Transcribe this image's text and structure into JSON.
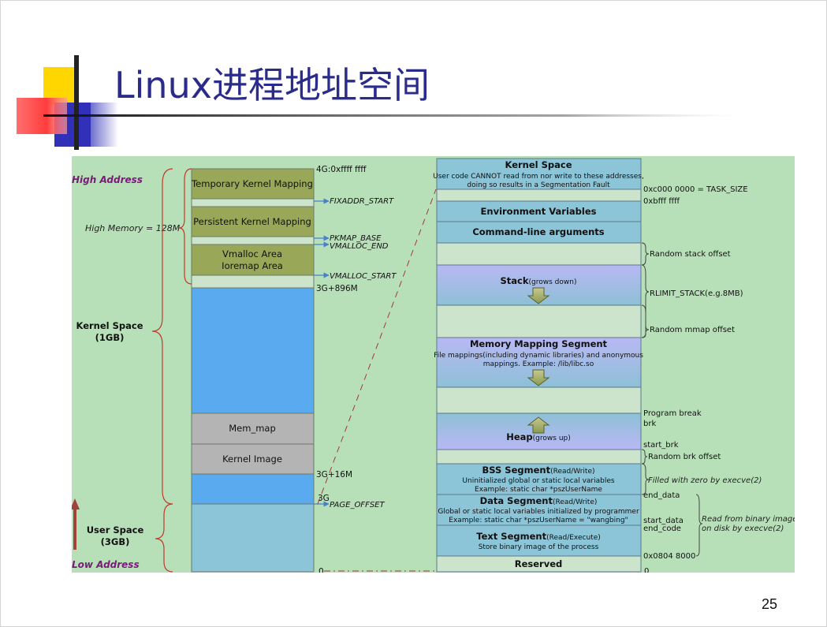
{
  "slide": {
    "title": "Linux进程地址空间",
    "page_number": "25"
  },
  "colors": {
    "background": "#b8e0b8",
    "olive": "#98a858",
    "light_green": "#cce4cc",
    "blue": "#5aaaf0",
    "gray": "#b4b4b4",
    "teal": "#8cc4d8",
    "purple": "#b0b0f0",
    "arrow_blue": "#4a7fd0",
    "label_purple": "#7a1a7a",
    "brace_red": "#c0392b"
  },
  "left_column": {
    "high_address": "High Address",
    "low_address": "Low Address",
    "high_memory": "High Memory = 128M",
    "kernel_space": [
      "Kernel Space",
      "(1GB)"
    ],
    "user_space": [
      "User Space",
      "(3GB)"
    ],
    "blocks": {
      "temp_kernel_mapping": "Temporary Kernel Mapping",
      "persistent_kernel_mapping": "Persistent Kernel Mapping",
      "vmalloc": [
        "Vmalloc Area",
        "Ioremap Area"
      ],
      "mem_map": "Mem_map",
      "kernel_image": "Kernel Image"
    },
    "addresses": {
      "top": "4G:0xffff ffff",
      "fixaddr": "FIXADDR_START",
      "pkmap": "PKMAP_BASE",
      "vmalloc_end": "VMALLOC_END",
      "vmalloc_start": "VMALLOC_START",
      "addr_896": "3G+896M",
      "addr_16": "3G+16M",
      "addr_3g": "3G",
      "page_offset": "PAGE_OFFSET",
      "zero": "0"
    }
  },
  "right_column": {
    "kernel_space": {
      "title": "Kernel Space",
      "desc": [
        "User code CANNOT read from nor write to these addresses,",
        "doing so results in a Segmentation Fault"
      ]
    },
    "env_vars": "Environment Variables",
    "cmdline": "Command-line arguments",
    "stack": {
      "title": "Stack",
      "note": "(grows down)"
    },
    "mmap_segment": {
      "title": "Memory Mapping Segment",
      "desc": [
        "File mappings(including dynamic libraries) and anonymous",
        "mappings. Example: /lib/libc.so"
      ]
    },
    "heap": {
      "title": "Heap",
      "note": "(grows up)"
    },
    "bss": {
      "title": "BSS Segment",
      "note": "(Read/Write)",
      "desc": [
        "Uninitialized global or static local variables",
        "Example: static char *pszUserName"
      ]
    },
    "data": {
      "title": "Data Segment",
      "note": "(Read/Write)",
      "desc": [
        "Global or static local variables initialized by programmer",
        "Example: static char *pszUserName = \"wangbing\""
      ]
    },
    "text": {
      "title": "Text Segment",
      "note": "(Read/Execute)",
      "desc": "Store binary image of the process"
    },
    "reserved": "Reserved"
  },
  "right_labels": {
    "task_size": "0xc000 0000 = TASK_SIZE",
    "bfff": "0xbfff ffff",
    "random_stack": "Random stack offset",
    "rlimit": "RLIMIT_STACK(e.g.8MB)",
    "random_mmap": "Random mmap offset",
    "program_break": [
      "Program break",
      "brk"
    ],
    "start_brk": "start_brk",
    "random_brk": "Random brk offset",
    "filled_zero": "Filled with zero by execve(2)",
    "end_data": "end_data",
    "start_data": "start_data",
    "end_code": "end_code",
    "read_binary": [
      "Read from binary image",
      "on disk by execve(2)"
    ],
    "addr_0804": "0x0804 8000",
    "zero": "0"
  }
}
